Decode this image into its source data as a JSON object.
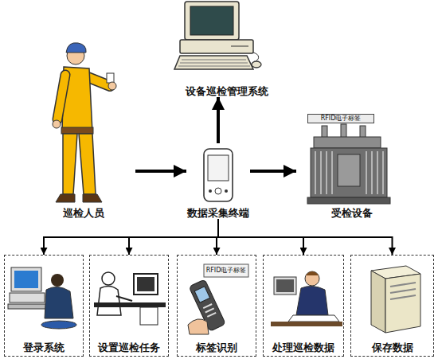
{
  "diagram": {
    "nodes": [
      {
        "text": [
          "巡检人员"
        ]
      },
      {
        "text": [
          "数据采集终端"
        ]
      },
      {
        "text": [
          "设备巡检管理系统"
        ]
      },
      {
        "text": [
          "受检设备"
        ]
      },
      {
        "text": [
          "登录系统"
        ]
      },
      {
        "text": [
          "设置巡检任务"
        ]
      },
      {
        "text": [
          "标签识别"
        ]
      },
      {
        "text": [
          "处理巡检数据"
        ]
      },
      {
        "text": [
          "保存数据"
        ]
      }
    ],
    "edges": [
      {
        "from": 0,
        "to": 1,
        "arrow": "to"
      },
      {
        "from": 1,
        "to": 2,
        "arrow": "to"
      },
      {
        "from": 1,
        "to": 3,
        "arrow": "to"
      },
      {
        "from": 1,
        "to": 4,
        "arrow": "to"
      },
      {
        "from": 1,
        "to": 5,
        "arrow": "to"
      },
      {
        "from": 1,
        "to": 6,
        "arrow": "to"
      },
      {
        "from": 1,
        "to": 7,
        "arrow": "to"
      },
      {
        "from": 1,
        "to": 8,
        "arrow": "to"
      }
    ],
    "labels": [
      "RFID电子标签",
      "RFID电子标签"
    ]
  }
}
